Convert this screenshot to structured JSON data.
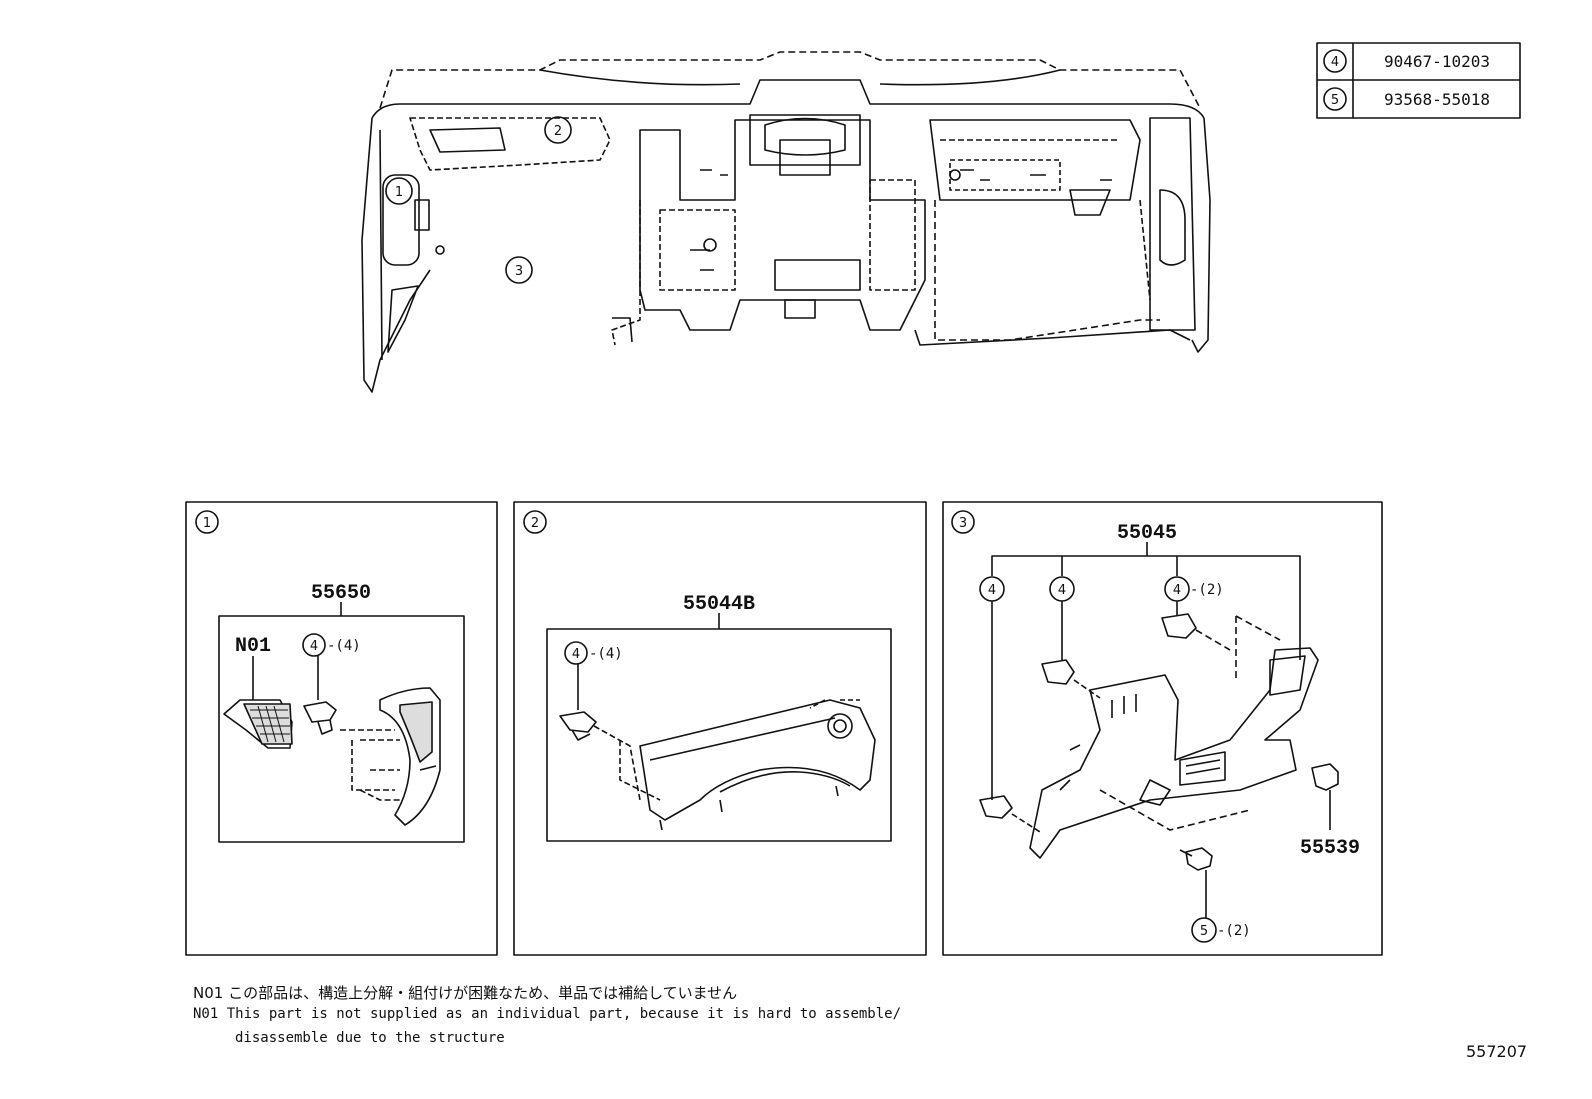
{
  "parts_table": [
    {
      "ref": "4",
      "part_no": "90467-10203"
    },
    {
      "ref": "5",
      "part_no": "93568-55018"
    }
  ],
  "overview_callouts": [
    "1",
    "2",
    "3"
  ],
  "panels": [
    {
      "ref": "1",
      "assembly_no": "55650",
      "sub_label": "N01",
      "callout": {
        "ref": "4",
        "qty": "-(4)"
      }
    },
    {
      "ref": "2",
      "assembly_no": "55044B",
      "callout": {
        "ref": "4",
        "qty": "-(4)"
      }
    },
    {
      "ref": "3",
      "assembly_no": "55045",
      "callouts": [
        {
          "ref": "4",
          "qty": ""
        },
        {
          "ref": "4",
          "qty": ""
        },
        {
          "ref": "4",
          "qty": "-(2)"
        },
        {
          "ref": "5",
          "qty": "-(2)"
        }
      ],
      "extra_part_no": "55539"
    }
  ],
  "notes": {
    "jp": "N01 この部品は、構造上分解・組付けが困難なため、単品では補給していません",
    "en_line1": "N01 This part is not supplied as an individual part, because it is hard to assemble/",
    "en_line2": "disassemble due to the structure"
  },
  "diagram_code": "557207"
}
